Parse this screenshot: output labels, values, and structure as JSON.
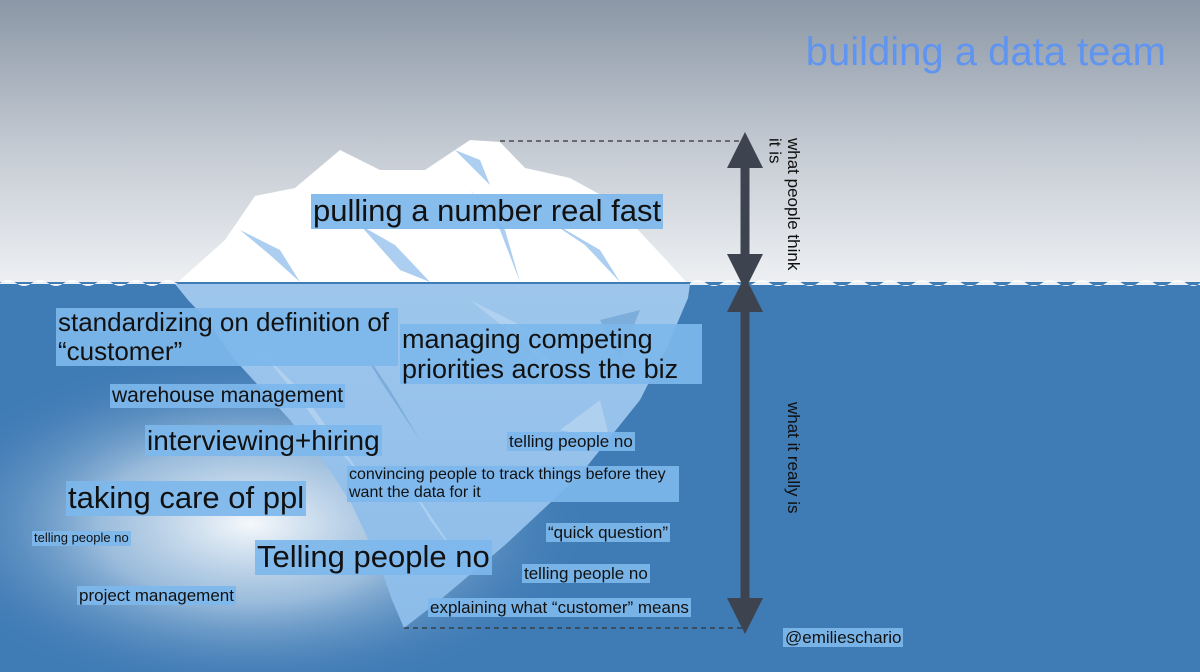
{
  "title": "building a data team",
  "above_water_label": "what people think it is",
  "below_water_label": "what it really is",
  "tip": "pulling a number real fast",
  "below_items": {
    "standardizing": "standardizing on definition of “customer”",
    "managing": "managing competing priorities across the biz",
    "warehouse": "warehouse management",
    "interviewing": "interviewing+hiring",
    "no_1": "telling people no",
    "convincing": "convincing people to track things before they want the data for it",
    "taking_care": "taking care of ppl",
    "no_small": "telling people no",
    "quick_question": "“quick question”",
    "no_big": "Telling people no",
    "no_2": "telling people no",
    "project": "project management",
    "explaining": "explaining what “customer” means"
  },
  "credit": "@emilieschario",
  "colors": {
    "title": "#5f94f0",
    "label_bg": "#7db7ec",
    "water": "#3f7bb5",
    "arrow": "#3d4450"
  }
}
